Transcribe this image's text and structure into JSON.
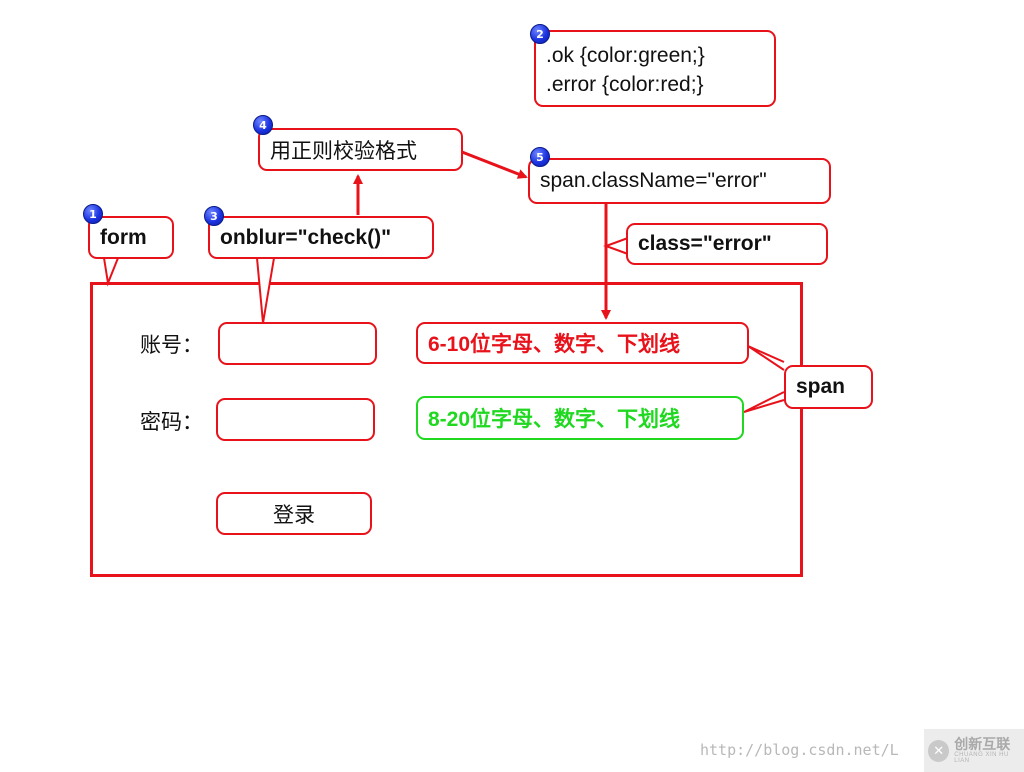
{
  "badges": [
    "1",
    "2",
    "3",
    "4",
    "5"
  ],
  "callouts": {
    "form": "form",
    "css_rules": [
      ".ok {color:green;}",
      ".error {color:red;}"
    ],
    "onblur": "onblur=\"check()\"",
    "regex": "用正则校验格式",
    "classname": "span.className=\"error\"",
    "class_attr": "class=\"error\"",
    "span": "span"
  },
  "form": {
    "account_label": "账号：",
    "password_label": "密码：",
    "account_hint": "6-10位字母、数字、下划线",
    "password_hint": "8-20位字母、数字、下划线",
    "login_button": "登录"
  },
  "colors": {
    "accent_red": "#e8121b",
    "error_red": "#e8121b",
    "ok_green": "#1fd81f",
    "badge_blue": "#1c34e0"
  },
  "watermark": {
    "text": "http://blog.csdn.net/L",
    "logo_name": "创新互联",
    "logo_sub": "CHUANG XIN HU LIAN"
  }
}
